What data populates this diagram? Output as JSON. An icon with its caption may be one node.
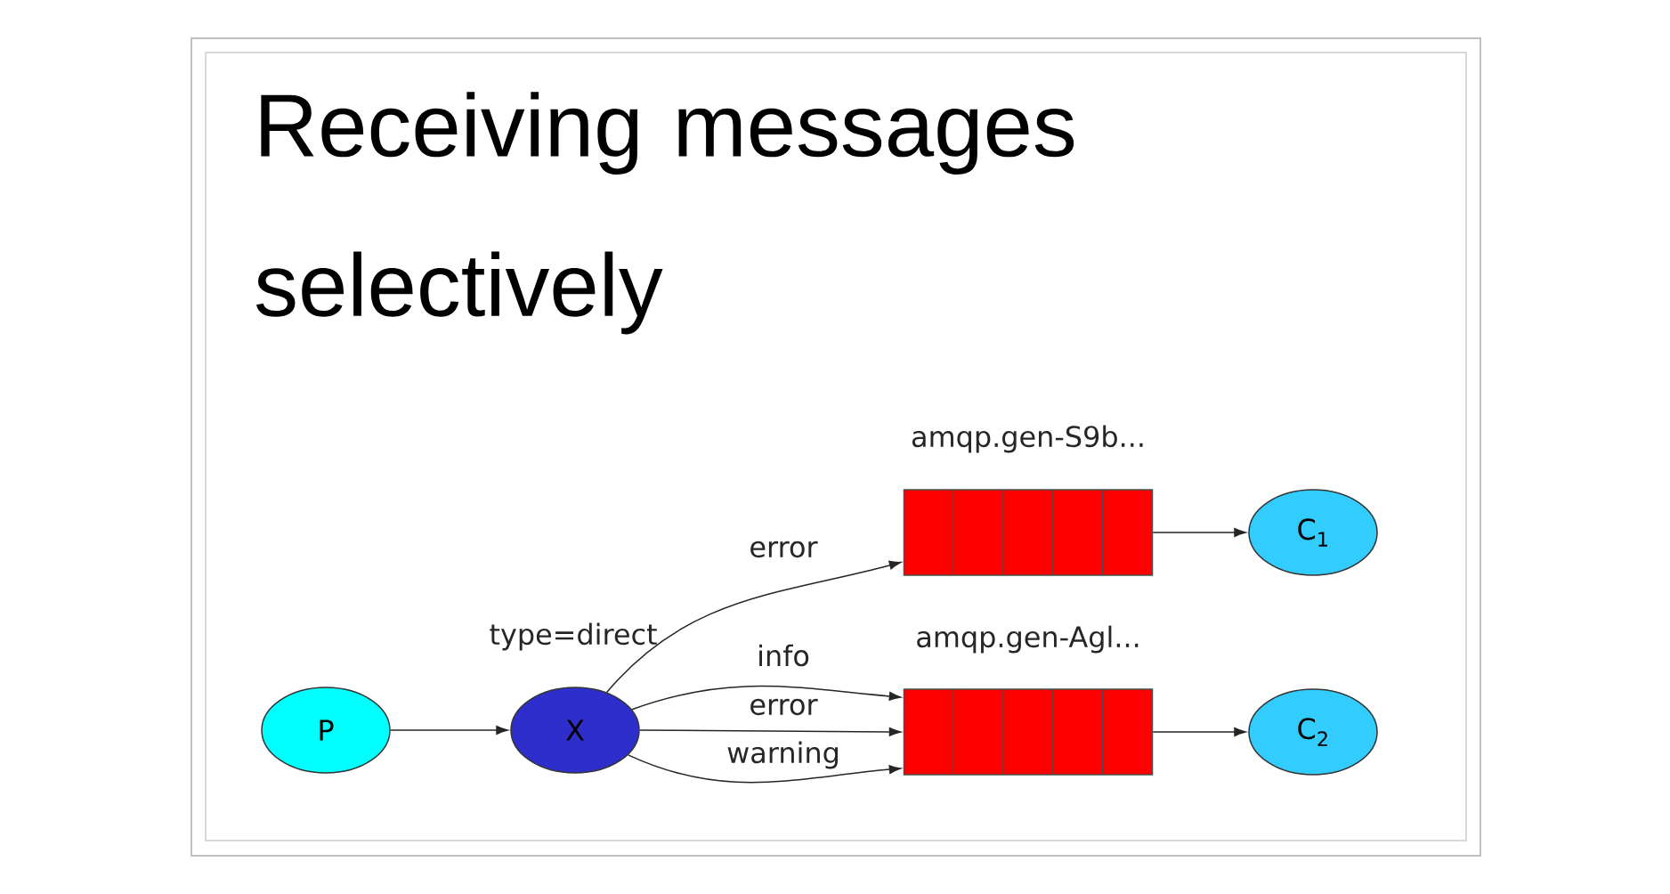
{
  "diagram": {
    "title": "Receiving messages selectively",
    "nodes": [
      {
        "text": [
          "P"
        ]
      },
      {
        "text": [
          "X"
        ],
        "beside": [
          "type=direct"
        ]
      },
      {
        "text": [],
        "shape": "box",
        "beside": [
          "amqp.gen-S9b..."
        ]
      },
      {
        "text": [],
        "shape": "box",
        "beside": [
          "amqp.gen-Agl..."
        ]
      },
      {
        "text": [
          "C$_{1}$"
        ]
      },
      {
        "text": [
          "C$_{2}$"
        ]
      }
    ],
    "edges": [
      {
        "from": 0,
        "to": 1,
        "arrow": "to"
      },
      {
        "from": 1,
        "to": 2,
        "arrow": "to",
        "label": "error"
      },
      {
        "from": 1,
        "to": 3,
        "arrow": "to",
        "label": "info"
      },
      {
        "from": 1,
        "to": 3,
        "arrow": "to",
        "label": "error"
      },
      {
        "from": 1,
        "to": 3,
        "arrow": "to",
        "label": "warning"
      },
      {
        "from": 2,
        "to": 4,
        "arrow": "to"
      },
      {
        "from": 3,
        "to": 5,
        "arrow": "to"
      }
    ]
  }
}
